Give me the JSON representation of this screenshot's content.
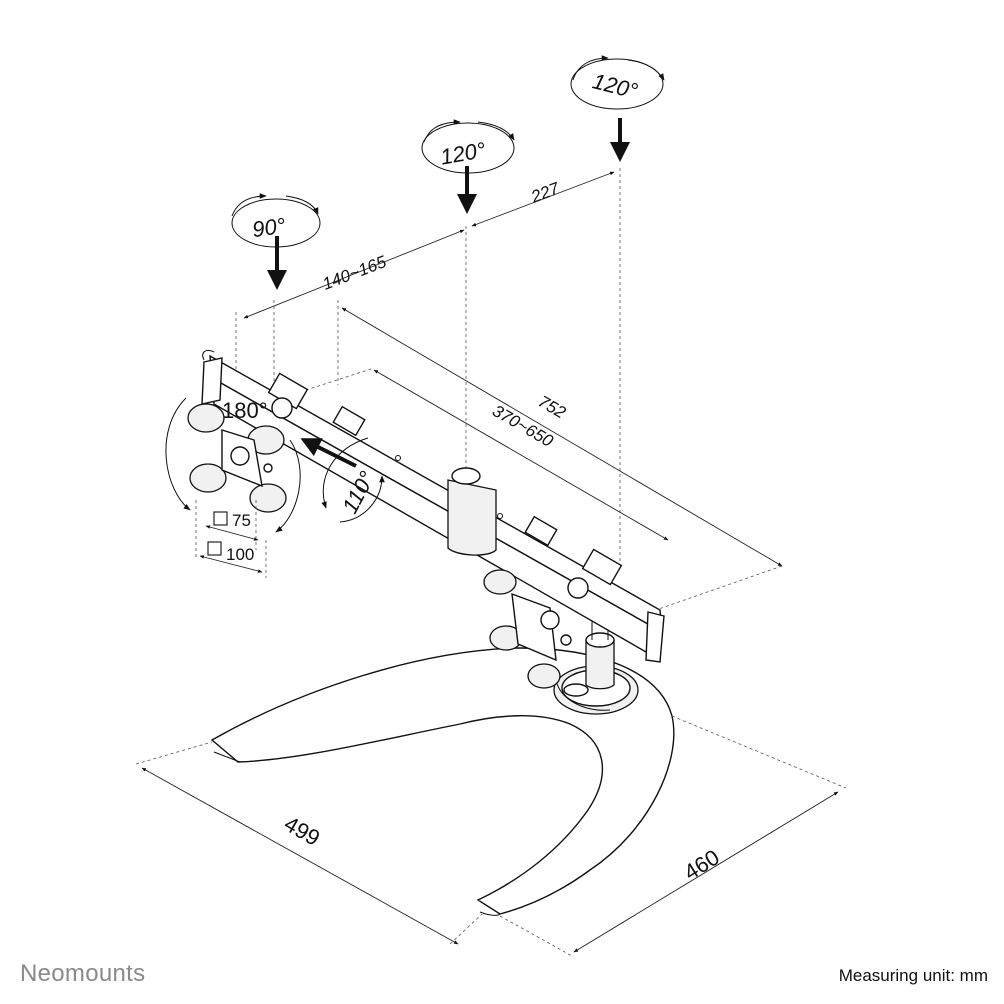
{
  "labels": {
    "rot_left": "90°",
    "rot_center": "120°",
    "rot_right": "120°",
    "tilt": "110°",
    "swivel": "180°",
    "dim_spacing_left": "140~165",
    "dim_spacing_right": "227",
    "dim_total": "752",
    "dim_range": "370~650",
    "dim_depth": "499",
    "dim_width": "460",
    "vesa_small": "75",
    "vesa_large": "100"
  },
  "footer": {
    "brand": "Neomounts",
    "unit_note": "Measuring unit: mm"
  },
  "colors": {
    "line": "#111111",
    "brand_grey": "#8a8a8a",
    "background": "#ffffff"
  }
}
